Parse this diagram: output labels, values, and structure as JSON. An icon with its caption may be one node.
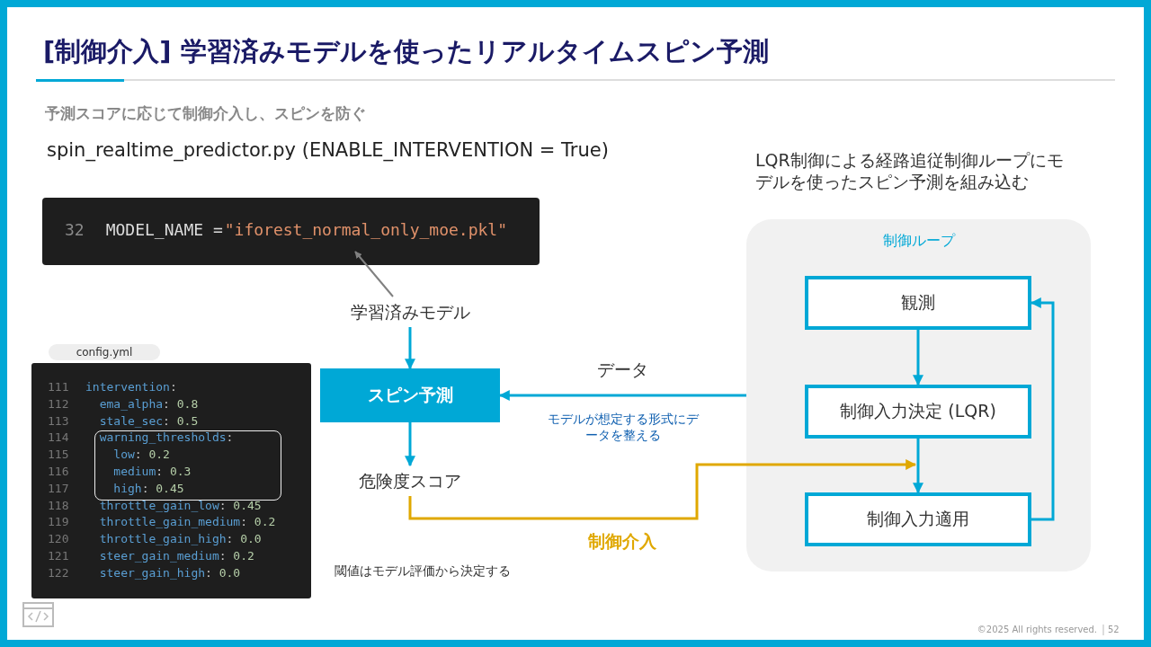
{
  "diagram": {
    "title": "[制御介入] 学習済みモデルを使ったリアルタイムスピン予測",
    "nodes": [
      {
        "text": [
          "32",
          "MODEL_NAME =",
          "\"iforest_normal_only_moe.pkl\""
        ]
      },
      {
        "text": [
          "学習済みモデル"
        ]
      },
      {
        "text": [
          "スピン予測"
        ]
      },
      {
        "text": [
          "危険度スコア"
        ]
      },
      {
        "text": [
          "制御ループ"
        ]
      },
      {
        "text": [
          "観測"
        ],
        "in": 4
      },
      {
        "text": [
          "制御入力決定 (LQR)"
        ],
        "in": 4
      },
      {
        "text": [
          "制御入力適用"
        ],
        "in": 4
      },
      {
        "text": [
          "config.yml"
        ]
      },
      {
        "text": [
          "111",
          "intervention:",
          "112",
          "  ema_alpha: 0.8",
          "113",
          "  stale_sec: 0.5",
          "114",
          "  warning_thresholds:",
          "115",
          "    low: 0.2",
          "116",
          "    medium: 0.3",
          "117",
          "    high: 0.45",
          "118",
          "  throttle_gain_low: 0.45",
          "119",
          "  throttle_gain_medium: 0.2",
          "120",
          "  throttle_gain_high: 0.0",
          "121",
          "  steer_gain_medium: 0.2",
          "122",
          "  steer_gain_high: 0.0"
        ]
      }
    ],
    "edges": [
      {
        "from": 1,
        "to": 0,
        "arrow": "to",
        "color": "#808080"
      },
      {
        "from": 1,
        "to": 2,
        "arrow": "to"
      },
      {
        "from": 2,
        "to": 3,
        "arrow": "to"
      },
      {
        "from": 4,
        "to": 2,
        "arrow": "to",
        "label": "データ"
      },
      {
        "from": 5,
        "to": 6,
        "arrow": "to"
      },
      {
        "from": 6,
        "to": 7,
        "arrow": "to"
      },
      {
        "from": 7,
        "to": 5,
        "arrow": "to"
      },
      {
        "from": 3,
        "to": 7,
        "arrow": "to",
        "label": "制御介入",
        "color": "#e0a800"
      }
    ],
    "labels": [
      "予測スコアに応じて制御介入し、スピンを防ぐ",
      "spin_realtime_predictor.py (ENABLE_INTERVENTION = True)",
      "LQR制御による経路追従制御ループにモデルを使ったスピン予測を組み込む",
      "モデルが想定する形式にデータを整える",
      "閾値はモデル評価から決定する",
      "©2025 All rights reserved.",
      "52"
    ]
  }
}
